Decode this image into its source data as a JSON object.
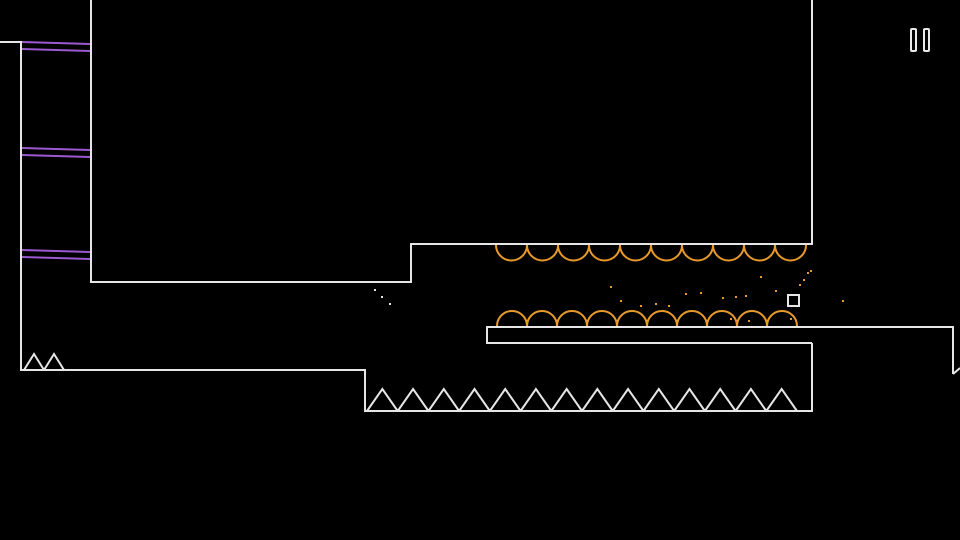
{
  "game": {
    "colors": {
      "background": "#000000",
      "wall": "#e6e6e6",
      "saw": "#e79a2b",
      "ladder": "#9b59d0",
      "player": "#e6e6e6",
      "spark": "#e79a2b"
    },
    "hud": {
      "pause_icon": "pause-icon"
    },
    "hazards": {
      "bottom_spike_count": 14,
      "left_spike_count": 2,
      "ceiling_saw_count": 10,
      "floor_saw_count": 10
    },
    "ladder_rung_count": 3
  }
}
